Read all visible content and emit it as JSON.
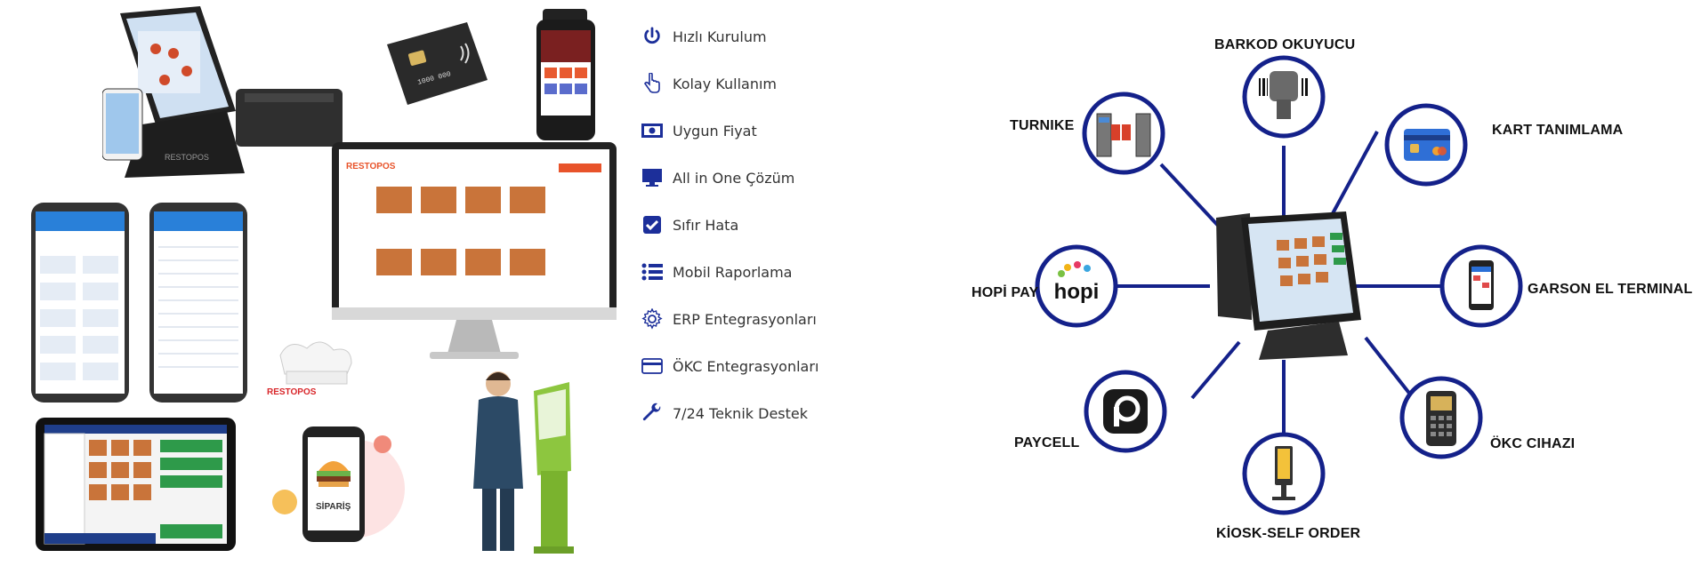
{
  "brand": {
    "name": "RESTOPOS",
    "order_label": "SİPARİŞ"
  },
  "features": [
    {
      "label": "Hızlı Kurulum",
      "icon": "power-icon"
    },
    {
      "label": "Kolay Kullanım",
      "icon": "pointer-hand-icon"
    },
    {
      "label": "Uygun Fiyat",
      "icon": "cash-icon"
    },
    {
      "label": "All in One Çözüm",
      "icon": "monitor-icon"
    },
    {
      "label": "Sıfır Hata",
      "icon": "checkbox-icon"
    },
    {
      "label": "Mobil Raporlama",
      "icon": "list-icon"
    },
    {
      "label": "ERP Entegrasyonları",
      "icon": "gear-icon"
    },
    {
      "label": "ÖKC Entegrasyonları",
      "icon": "card-icon"
    },
    {
      "label": "7/24 Teknik Destek",
      "icon": "wrench-icon"
    }
  ],
  "diagram": {
    "center": "pos-terminal",
    "nodes": [
      {
        "label": "BARKOD OKUYUCU",
        "icon": "barcode-scanner-icon"
      },
      {
        "label": "KART TANIMLAMA",
        "icon": "credit-card-icon"
      },
      {
        "label": "GARSON EL TERMINALI",
        "icon": "smartphone-icon"
      },
      {
        "label": "ÖKC CIHAZI",
        "icon": "payment-terminal-icon"
      },
      {
        "label": "KİOSK-SELF ORDER",
        "icon": "kiosk-icon"
      },
      {
        "label": "PAYCELL",
        "icon": "paycell-logo-icon"
      },
      {
        "label": "HOPİ PAY",
        "icon": "hopi-logo-icon",
        "logo_text": "hopi"
      },
      {
        "label": "TURNIKE",
        "icon": "turnstile-icon"
      }
    ]
  },
  "colors": {
    "accent": "#1a2a8c",
    "line": "#14218a",
    "feature_icon": "#1c2f9a",
    "orange": "#e8532a"
  }
}
